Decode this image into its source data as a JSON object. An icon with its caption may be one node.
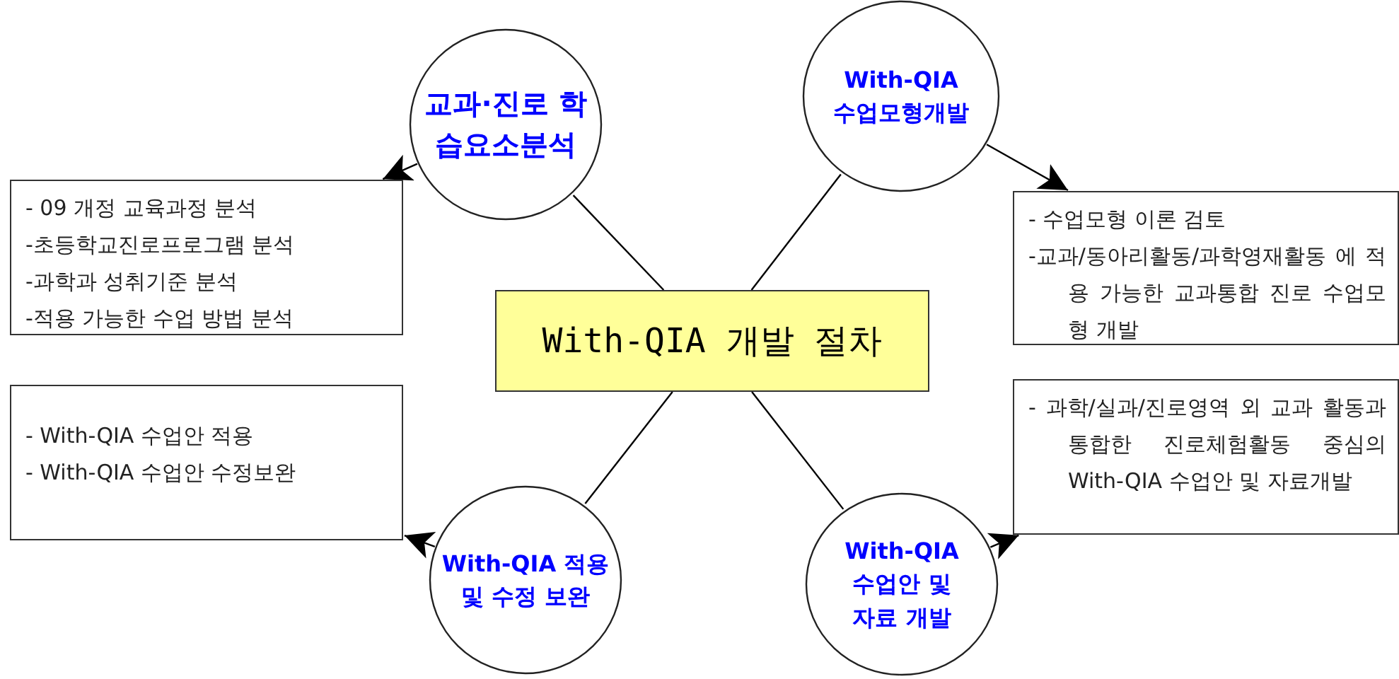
{
  "diagram": {
    "nodes": [
      {
        "text": [
          "With-QIA 개발 절차"
        ]
      },
      {
        "text": [
          "교과·진로 학습요소분석"
        ]
      },
      {
        "text": [
          "With-QIA 수업모형개발"
        ]
      },
      {
        "text": [
          "With-QIA 적용 및 수정 보완"
        ]
      },
      {
        "text": [
          "With-QIA 수업안 및 자료 개발"
        ]
      },
      {
        "text": [
          "- 09 개정 교육과정 분석",
          "-초등학교진로프로그램 분석",
          "-과학과 성취기준 분석",
          "-적용 가능한 수업 방법 분석"
        ]
      },
      {
        "text": [
          "- 수업모형 이론 검토",
          "-교과/동아리활동/과학영재활동 에 적용 가능한 교과통합 진로 수업모형 개발"
        ]
      },
      {
        "text": [
          "- With-QIA 수업안 적용",
          "- With-QIA 수업안 수정보완"
        ]
      },
      {
        "text": [
          "- 과학/실과/진로영역 외 교과 활동과 통합한 진로체험활동 중심의 With-QIA 수업안 및 자료개발"
        ]
      }
    ],
    "edges": [
      {
        "from": 0,
        "to": 1,
        "arrow": "none"
      },
      {
        "from": 0,
        "to": 2,
        "arrow": "none"
      },
      {
        "from": 0,
        "to": 3,
        "arrow": "none"
      },
      {
        "from": 0,
        "to": 4,
        "arrow": "none"
      },
      {
        "from": 1,
        "to": 5,
        "arrow": "to"
      },
      {
        "from": 2,
        "to": 6,
        "arrow": "to"
      },
      {
        "from": 3,
        "to": 7,
        "arrow": "to"
      },
      {
        "from": 4,
        "to": 8,
        "arrow": "to"
      }
    ]
  }
}
